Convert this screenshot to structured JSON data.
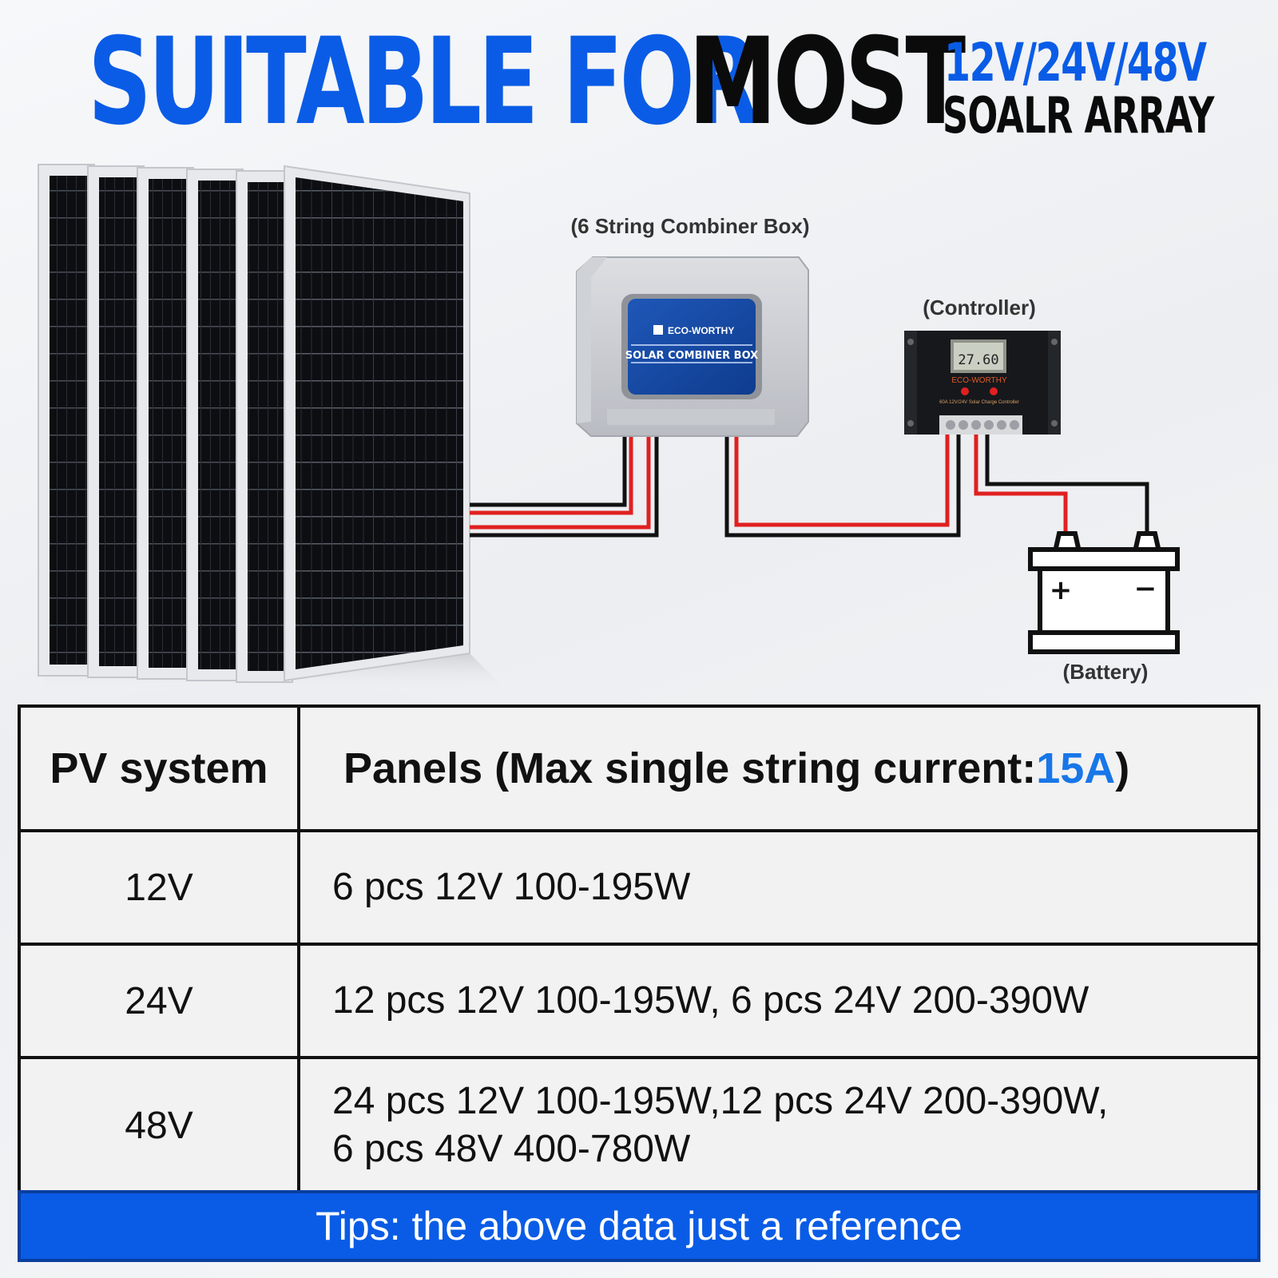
{
  "headline": {
    "part1": "SUITABLE FOR",
    "part2": "MOST",
    "voltages": "12V/24V/48V",
    "array": "SOALR ARRAY"
  },
  "diagram": {
    "combiner_caption": "(6 String Combiner Box)",
    "combiner_brand": "ECO-WORTHY",
    "combiner_label": "SOLAR COMBINER BOX",
    "controller_caption": "(Controller)",
    "controller_display": "27.60",
    "controller_brand": "ECO-WORTHY",
    "controller_model": "60A 12V/24V Solar Charge Controller",
    "battery_caption": "(Battery)",
    "battery_plus": "+",
    "battery_minus": "−",
    "panel_count": 6,
    "wire_colors": {
      "positive": "#e02020",
      "negative": "#111111"
    }
  },
  "table": {
    "header_col1": "PV system",
    "header_col2_prefix": "Panels (Max single string current:",
    "header_col2_value": "15A",
    "header_col2_suffix": " )",
    "rows": [
      {
        "system": "12V",
        "panels_line1": "6 pcs 12V 100-195W",
        "panels_line2": ""
      },
      {
        "system": "24V",
        "panels_line1": "12 pcs 12V 100-195W, 6 pcs 24V 200-390W",
        "panels_line2": ""
      },
      {
        "system": "48V",
        "panels_line1": "24 pcs 12V 100-195W,12 pcs 24V 200-390W,",
        "panels_line2": "6 pcs 48V 400-780W"
      }
    ]
  },
  "tips": "Tips: the above data just a reference",
  "colors": {
    "brand_blue": "#0a5ce6",
    "accent_blue": "#1876e8",
    "text": "#111111"
  }
}
